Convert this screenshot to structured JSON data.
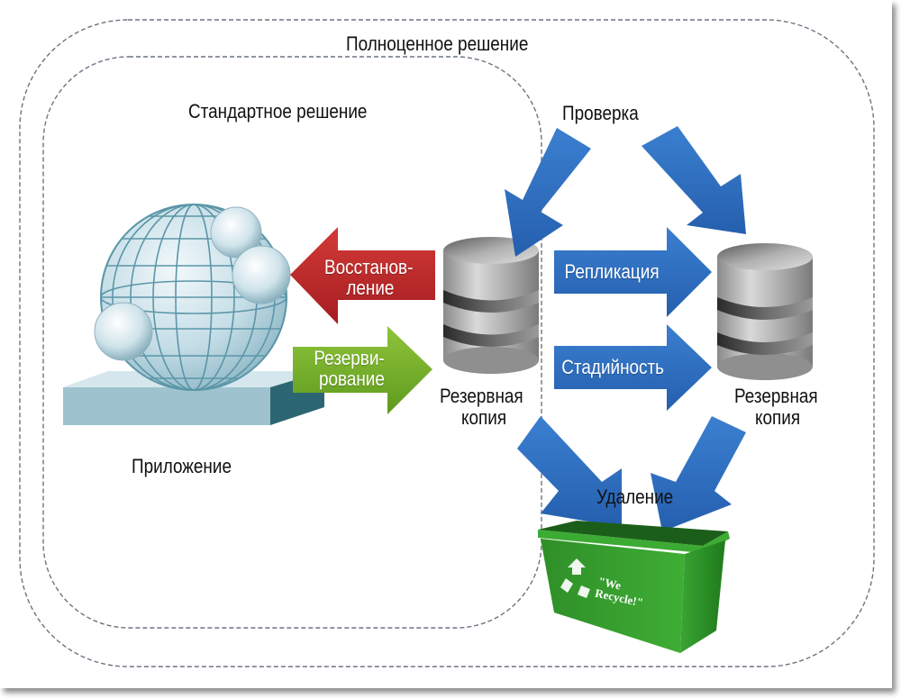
{
  "regions": {
    "full_solution": "Полноценное решение",
    "standard_solution": "Стандартное решение"
  },
  "nodes": {
    "application": {
      "label": "Приложение",
      "icon": "globe-server-icon"
    },
    "backup_primary": {
      "label_line1": "Резервная",
      "label_line2": "копия",
      "icon": "database-icon"
    },
    "backup_secondary": {
      "label_line1": "Резервная",
      "label_line2": "копия",
      "icon": "database-icon"
    },
    "recycle_bin": {
      "label": "Удаление",
      "icon": "recycle-bin-icon",
      "bin_text_line1": "\"We",
      "bin_text_line2": "Recycle!\""
    }
  },
  "arrows": {
    "restore": {
      "line1": "Восстанов-",
      "line2": "ление",
      "color": "#c0272d"
    },
    "backup": {
      "line1": "Резерви-",
      "line2": "рование",
      "color": "#7cb82f"
    },
    "replication": {
      "label": "Репликация",
      "color": "#2e6fc0"
    },
    "staging": {
      "label": "Стадийность",
      "color": "#2e6fc0"
    },
    "verification": {
      "label": "Проверка",
      "color": "#2e6fc0"
    }
  },
  "colors": {
    "dashed_border": "#6b7480",
    "bin_green": "#2f9a2a",
    "db_gray": "#9a9a9a"
  }
}
